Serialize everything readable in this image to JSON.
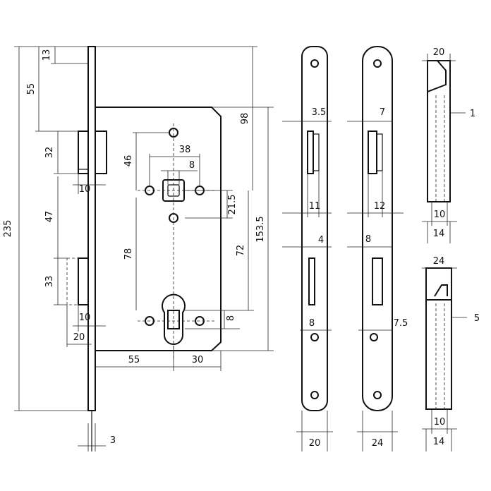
{
  "drawing": {
    "main_view": {
      "dims": {
        "total_height": "235",
        "top_offset": "13",
        "upper_gap": "55",
        "latch_height": "32",
        "latch_depth": "10",
        "between": "47",
        "bolt_height": "33",
        "bolt_depth": "10",
        "bolt_throw": "20",
        "backset": "55",
        "rear": "30",
        "plate_thickness": "3",
        "hole_spacing": "46",
        "follower_width": "38",
        "follower_square": "8",
        "offset_small": "21.5",
        "distance_78": "78",
        "distance_72": "72",
        "case_height": "153.5",
        "case_top": "98",
        "cylinder_pin": "8"
      }
    },
    "faceplate_flat": {
      "dims": {
        "latch_width": "3.5",
        "latch_depth": "11",
        "bolt_width": "4",
        "bolt_pin": "8",
        "plate_width": "20"
      }
    },
    "faceplate_round": {
      "dims": {
        "latch_width": "7",
        "latch_depth": "12",
        "bolt_width": "8",
        "bolt_offset": "7.5",
        "plate_width": "24"
      }
    },
    "side_latch": {
      "dims": {
        "width": "20",
        "gap": "1",
        "depth": "10",
        "base": "14"
      }
    },
    "side_bolt": {
      "dims": {
        "width": "24",
        "gap": "5",
        "depth": "10",
        "base": "14"
      }
    }
  }
}
